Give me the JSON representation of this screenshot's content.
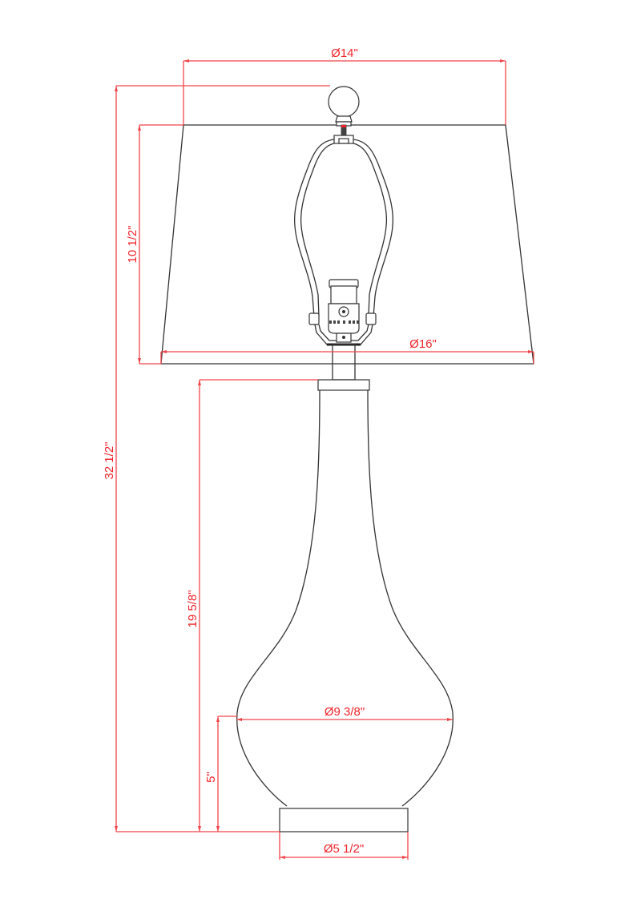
{
  "diagram": {
    "subject": "Table lamp dimension drawing",
    "colors": {
      "dimension": "#f0454a",
      "outline": "#333333",
      "background": "#ffffff"
    },
    "dimensions": {
      "shade_top_diameter": "Ø14\"",
      "shade_bottom_diameter": "Ø16\"",
      "shade_height": "10 1/2\"",
      "overall_height": "32 1/2\"",
      "base_height": "19 5/8\"",
      "body_max_diameter": "Ø9 3/8\"",
      "body_widest_height": "5\"",
      "foot_diameter": "Ø5 1/2\""
    },
    "parts": [
      "finial",
      "lamp-shade",
      "harp",
      "socket",
      "neck",
      "body",
      "foot"
    ]
  }
}
